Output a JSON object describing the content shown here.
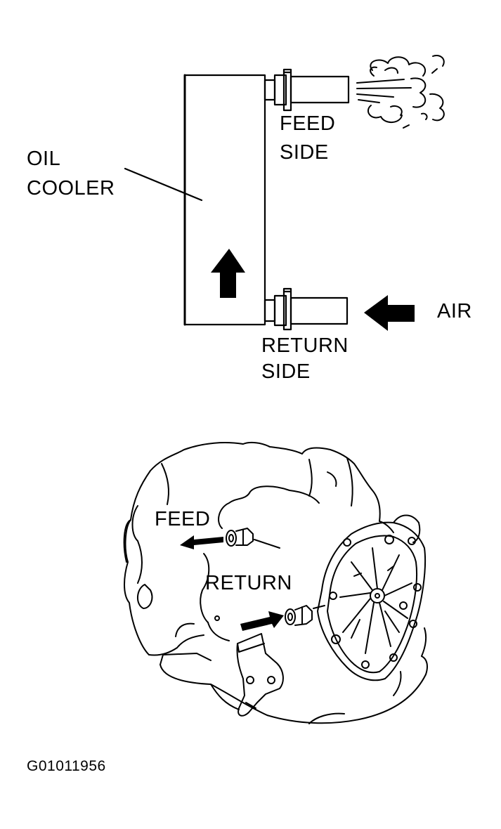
{
  "labels": {
    "oil_cooler_line1": "OIL",
    "oil_cooler_line2": "COOLER",
    "feed_side_line1": "FEED",
    "feed_side_line2": "SIDE",
    "return_side_line1": "RETURN",
    "return_side_line2": "SIDE",
    "air": "AIR",
    "feed": "FEED",
    "return": "RETURN",
    "figure_id": "G01011956"
  },
  "colors": {
    "ink": "#000000",
    "paper": "#ffffff"
  }
}
